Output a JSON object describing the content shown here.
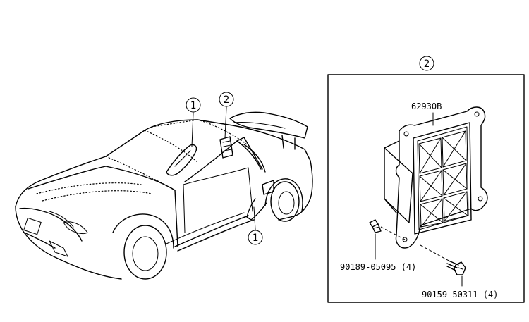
{
  "callouts": {
    "c1a": "1",
    "c2a": "2",
    "c1b": "1",
    "c2box": "2"
  },
  "parts": {
    "grille": "62930B",
    "clip": "90189-05095 (4)",
    "screw": "90159-50311 (4)"
  }
}
